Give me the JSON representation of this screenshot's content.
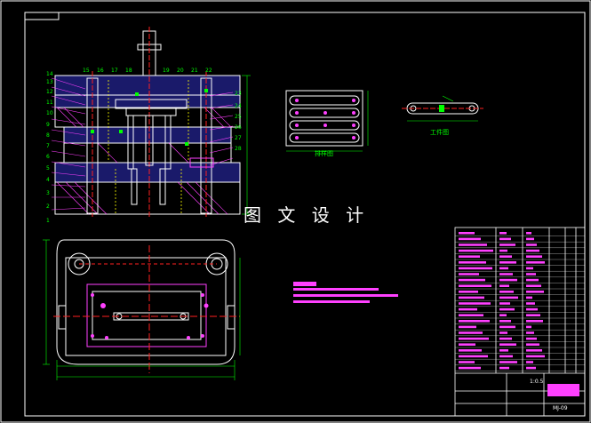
{
  "watermark": "图 文 设 计",
  "views": {
    "strip_label": "排样图",
    "part_label": "工件图"
  },
  "balloons": [
    "15",
    "16",
    "17",
    "18",
    "19",
    "20",
    "21",
    "22",
    "1",
    "2",
    "3",
    "4",
    "5",
    "6",
    "7",
    "8",
    "9",
    "10",
    "11",
    "12",
    "13",
    "14",
    "23",
    "24",
    "25",
    "26",
    "27",
    "28"
  ],
  "title_block": {
    "scale": "1:0.5",
    "drawing_no": "MJ-09"
  },
  "colors": {
    "frame": "#ffffff",
    "outline": "#ffffff",
    "dimension": "#00ff00",
    "centerline": "#ff2020",
    "hatch": "#ff40ff",
    "hidden": "#ffff00",
    "highlight": "#ff40ff",
    "table_line": "#ffffff"
  }
}
